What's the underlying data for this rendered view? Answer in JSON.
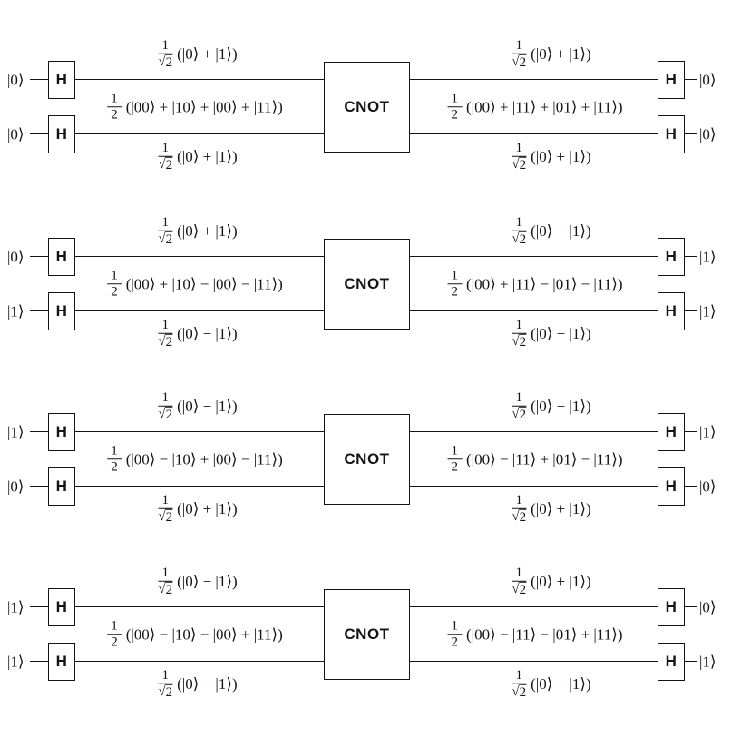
{
  "gate_labels": {
    "hadamard": "H",
    "cnot": "CNOT"
  },
  "circuits": [
    {
      "input_top": "|0⟩",
      "input_bottom": "|0⟩",
      "output_top": "|0⟩",
      "output_bottom": "|0⟩",
      "labels": {
        "left_top": {
          "numerator": "1",
          "radical": "√",
          "radicand": "2",
          "expr": "(|0⟩ + |1⟩)"
        },
        "left_middle": {
          "numerator": "1",
          "radicand": "2",
          "expr": "(|00⟩ + |10⟩ + |00⟩ + |11⟩)"
        },
        "left_bottom": {
          "numerator": "1",
          "radical": "√",
          "radicand": "2",
          "expr": "(|0⟩ + |1⟩)"
        },
        "right_top": {
          "numerator": "1",
          "radical": "√",
          "radicand": "2",
          "expr": "(|0⟩ + |1⟩)"
        },
        "right_middle": {
          "numerator": "1",
          "radicand": "2",
          "expr": "(|00⟩ + |11⟩ + |01⟩ + |11⟩)"
        },
        "right_bottom": {
          "numerator": "1",
          "radical": "√",
          "radicand": "2",
          "expr": "(|0⟩ + |1⟩)"
        }
      }
    },
    {
      "input_top": "|0⟩",
      "input_bottom": "|1⟩",
      "output_top": "|1⟩",
      "output_bottom": "|1⟩",
      "labels": {
        "left_top": {
          "numerator": "1",
          "radical": "√",
          "radicand": "2",
          "expr": "(|0⟩ + |1⟩)"
        },
        "left_middle": {
          "numerator": "1",
          "radicand": "2",
          "expr": "(|00⟩ + |10⟩ − |00⟩ − |11⟩)"
        },
        "left_bottom": {
          "numerator": "1",
          "radical": "√",
          "radicand": "2",
          "expr": "(|0⟩ − |1⟩)"
        },
        "right_top": {
          "numerator": "1",
          "radical": "√",
          "radicand": "2",
          "expr": "(|0⟩ − |1⟩)"
        },
        "right_middle": {
          "numerator": "1",
          "radicand": "2",
          "expr": "(|00⟩ + |11⟩ − |01⟩ − |11⟩)"
        },
        "right_bottom": {
          "numerator": "1",
          "radical": "√",
          "radicand": "2",
          "expr": "(|0⟩ − |1⟩)"
        }
      }
    },
    {
      "input_top": "|1⟩",
      "input_bottom": "|0⟩",
      "output_top": "|1⟩",
      "output_bottom": "|0⟩",
      "labels": {
        "left_top": {
          "numerator": "1",
          "radical": "√",
          "radicand": "2",
          "expr": "(|0⟩ − |1⟩)"
        },
        "left_middle": {
          "numerator": "1",
          "radicand": "2",
          "expr": "(|00⟩ − |10⟩ + |00⟩ − |11⟩)"
        },
        "left_bottom": {
          "numerator": "1",
          "radical": "√",
          "radicand": "2",
          "expr": "(|0⟩ + |1⟩)"
        },
        "right_top": {
          "numerator": "1",
          "radical": "√",
          "radicand": "2",
          "expr": "(|0⟩ − |1⟩)"
        },
        "right_middle": {
          "numerator": "1",
          "radicand": "2",
          "expr": "(|00⟩ − |11⟩ + |01⟩ − |11⟩)"
        },
        "right_bottom": {
          "numerator": "1",
          "radical": "√",
          "radicand": "2",
          "expr": "(|0⟩ + |1⟩)"
        }
      }
    },
    {
      "input_top": "|1⟩",
      "input_bottom": "|1⟩",
      "output_top": "|0⟩",
      "output_bottom": "|1⟩",
      "labels": {
        "left_top": {
          "numerator": "1",
          "radical": "√",
          "radicand": "2",
          "expr": "(|0⟩ − |1⟩)"
        },
        "left_middle": {
          "numerator": "1",
          "radicand": "2",
          "expr": "(|00⟩ − |10⟩ − |00⟩ + |11⟩)"
        },
        "left_bottom": {
          "numerator": "1",
          "radical": "√",
          "radicand": "2",
          "expr": "(|0⟩ − |1⟩)"
        },
        "right_top": {
          "numerator": "1",
          "radical": "√",
          "radicand": "2",
          "expr": "(|0⟩ + |1⟩)"
        },
        "right_middle": {
          "numerator": "1",
          "radicand": "2",
          "expr": "(|00⟩ − |11⟩ − |01⟩ + |11⟩)"
        },
        "right_bottom": {
          "numerator": "1",
          "radical": "√",
          "radicand": "2",
          "expr": "(|0⟩ − |1⟩)"
        }
      }
    }
  ]
}
